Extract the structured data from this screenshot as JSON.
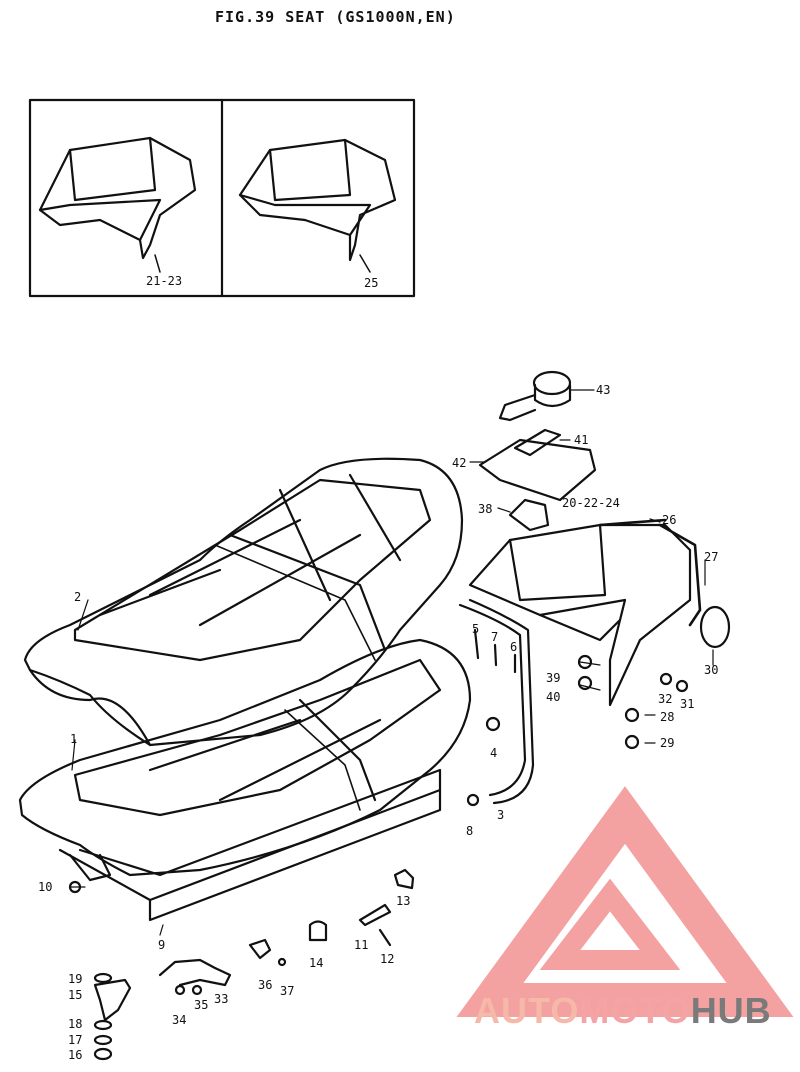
{
  "title": "FIG.39  SEAT (GS1000N,EN)",
  "inset_labels": {
    "left": "21-23",
    "right": "25"
  },
  "parts": {
    "p1": "1",
    "p2": "2",
    "p3": "3",
    "p4": "4",
    "p5": "5",
    "p6": "6",
    "p7": "7",
    "p8": "8",
    "p9": "9",
    "p10": "10",
    "p11": "11",
    "p12": "12",
    "p13": "13",
    "p14": "14",
    "p15": "15",
    "p16": "16",
    "p17": "17",
    "p18": "18",
    "p19": "19",
    "p20": "20-22-24",
    "p26": "26",
    "p27": "27",
    "p28": "28",
    "p29": "29",
    "p30": "30",
    "p31": "31",
    "p32": "32",
    "p33": "33",
    "p34": "34",
    "p35": "35",
    "p36": "36",
    "p37": "37",
    "p38": "38",
    "p39": "39",
    "p40": "40",
    "p41": "41",
    "p42": "42",
    "p43": "43"
  },
  "watermark": {
    "part1": "AUTO",
    "part2": "MOTO",
    "part3": "HUB"
  },
  "colors": {
    "ink": "#111111",
    "watermark_red": "#f4a4a4",
    "watermark_grey": "#7a7a7a"
  }
}
